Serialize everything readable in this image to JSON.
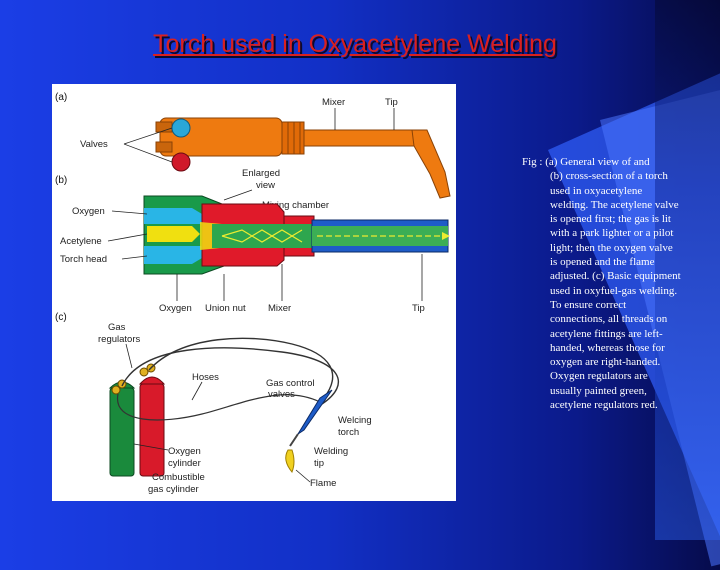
{
  "slide": {
    "title": "Torch used in Oxyacetylene Welding",
    "caption_lead": "Fig : (a) General view of and",
    "caption_body": "(b) cross-section of a torch used in oxyacetylene welding. The acetylene valve is opened first; the gas is lit with a park lighter or a pilot light; then the oxygen valve is opened and the flame adjusted. (c) Basic equipment used in oxyfuel-gas welding. To ensure correct connections, all threads on acetylene fittings are left-handed, whereas those for oxygen are right-handed. Oxygen regulators are usually painted green, acetylene regulators red."
  },
  "figure": {
    "panels": {
      "a": "(a)",
      "b": "(b)",
      "c": "(c)"
    },
    "labels_a": {
      "mixer": "Mixer",
      "tip": "Tip",
      "valves": "Valves"
    },
    "labels_b": {
      "enlarged_1": "Enlarged",
      "enlarged_2": "view",
      "mixing_chamber": "Mixing chamber",
      "oxygen": "Oxygen",
      "acetylene": "Acetylene",
      "torch_head": "Torch head",
      "oxygen_bottom": "Oxygen",
      "union_nut": "Union nut",
      "mixer": "Mixer",
      "tip": "Tip"
    },
    "labels_c": {
      "gas_regulators_1": "Gas",
      "gas_regulators_2": "regulators",
      "hoses": "Hoses",
      "gas_control_1": "Gas control",
      "gas_control_2": "valves",
      "welding_torch_1": "Welcing",
      "welding_torch_2": "torch",
      "welding_tip_1": "Welding",
      "welding_tip_2": "tip",
      "flame": "Flame",
      "oxygen_cyl_1": "Oxygen",
      "oxygen_cyl_2": "cylinder",
      "combustible_1": "Combustible",
      "combustible_2": "gas cylinder"
    },
    "colors": {
      "torch_orange": "#ee7a10",
      "valve_blue": "#2aa7d8",
      "valve_red": "#d0192a",
      "red_body": "#e01a2a",
      "green_body": "#199a4a",
      "cyan_head": "#29b5e6",
      "yellow_gas": "#f0e010",
      "blue_tube": "#1e5cc8",
      "oxygen_cylinder": "#1a8a3c",
      "fuel_cylinder": "#d81a2a"
    }
  }
}
